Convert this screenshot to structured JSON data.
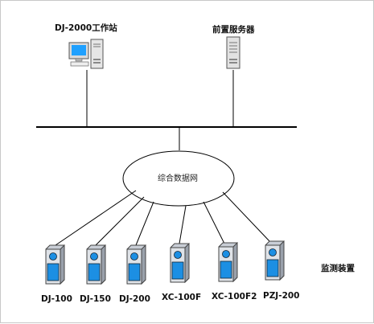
{
  "workstation": {
    "label": "DJ-2000工作站"
  },
  "frontend_server": {
    "label": "前置服务器"
  },
  "network": {
    "label": "综合数据网"
  },
  "monitor_group": {
    "label": "监测装置"
  },
  "devices": [
    {
      "label": "DJ-100"
    },
    {
      "label": "DJ-150"
    },
    {
      "label": "DJ-200"
    },
    {
      "label": "XC-100F"
    },
    {
      "label": "XC-100F2"
    },
    {
      "label": "PZJ-200"
    }
  ],
  "colors": {
    "device_screen": "#1c8fe3",
    "device_body": "#c9ced6",
    "monitor_screen": "#1fa0ff",
    "line": "#000000"
  }
}
